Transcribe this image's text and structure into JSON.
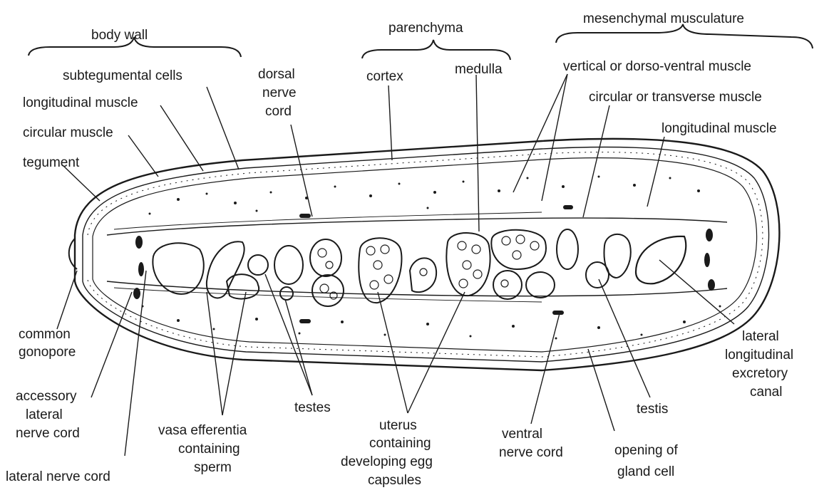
{
  "labels": {
    "body_wall": "body wall",
    "parenchyma": "parenchyma",
    "mesenchymal_musculature": "mesenchymal musculature",
    "subtegumental_cells": "subtegumental cells",
    "longitudinal_muscle_left": "longitudinal muscle",
    "circular_muscle": "circular muscle",
    "tegument": "tegument",
    "dorsal_nerve_cord": [
      "dorsal",
      "nerve",
      "cord"
    ],
    "cortex": "cortex",
    "medulla": "medulla",
    "vertical_muscle": "vertical or dorso-ventral muscle",
    "circular_transverse_muscle": "circular or transverse muscle",
    "longitudinal_muscle_right": "longitudinal muscle",
    "common_gonopore": [
      "common",
      "gonopore"
    ],
    "accessory_lateral_nerve_cord": [
      "accessory",
      "lateral",
      "nerve cord"
    ],
    "lateral_nerve_cord": "lateral nerve cord",
    "vasa_efferentia": [
      "vasa efferentia",
      "containing",
      "sperm"
    ],
    "testes": "testes",
    "uterus": [
      "uterus",
      "containing",
      "developing egg",
      "capsules"
    ],
    "ventral_nerve_cord": [
      "ventral",
      "nerve cord"
    ],
    "testis": "testis",
    "opening_gland_cell": [
      "opening of",
      "gland cell"
    ],
    "lateral_excretory_canal": [
      "lateral",
      "longitudinal",
      "excretory",
      "canal"
    ]
  }
}
